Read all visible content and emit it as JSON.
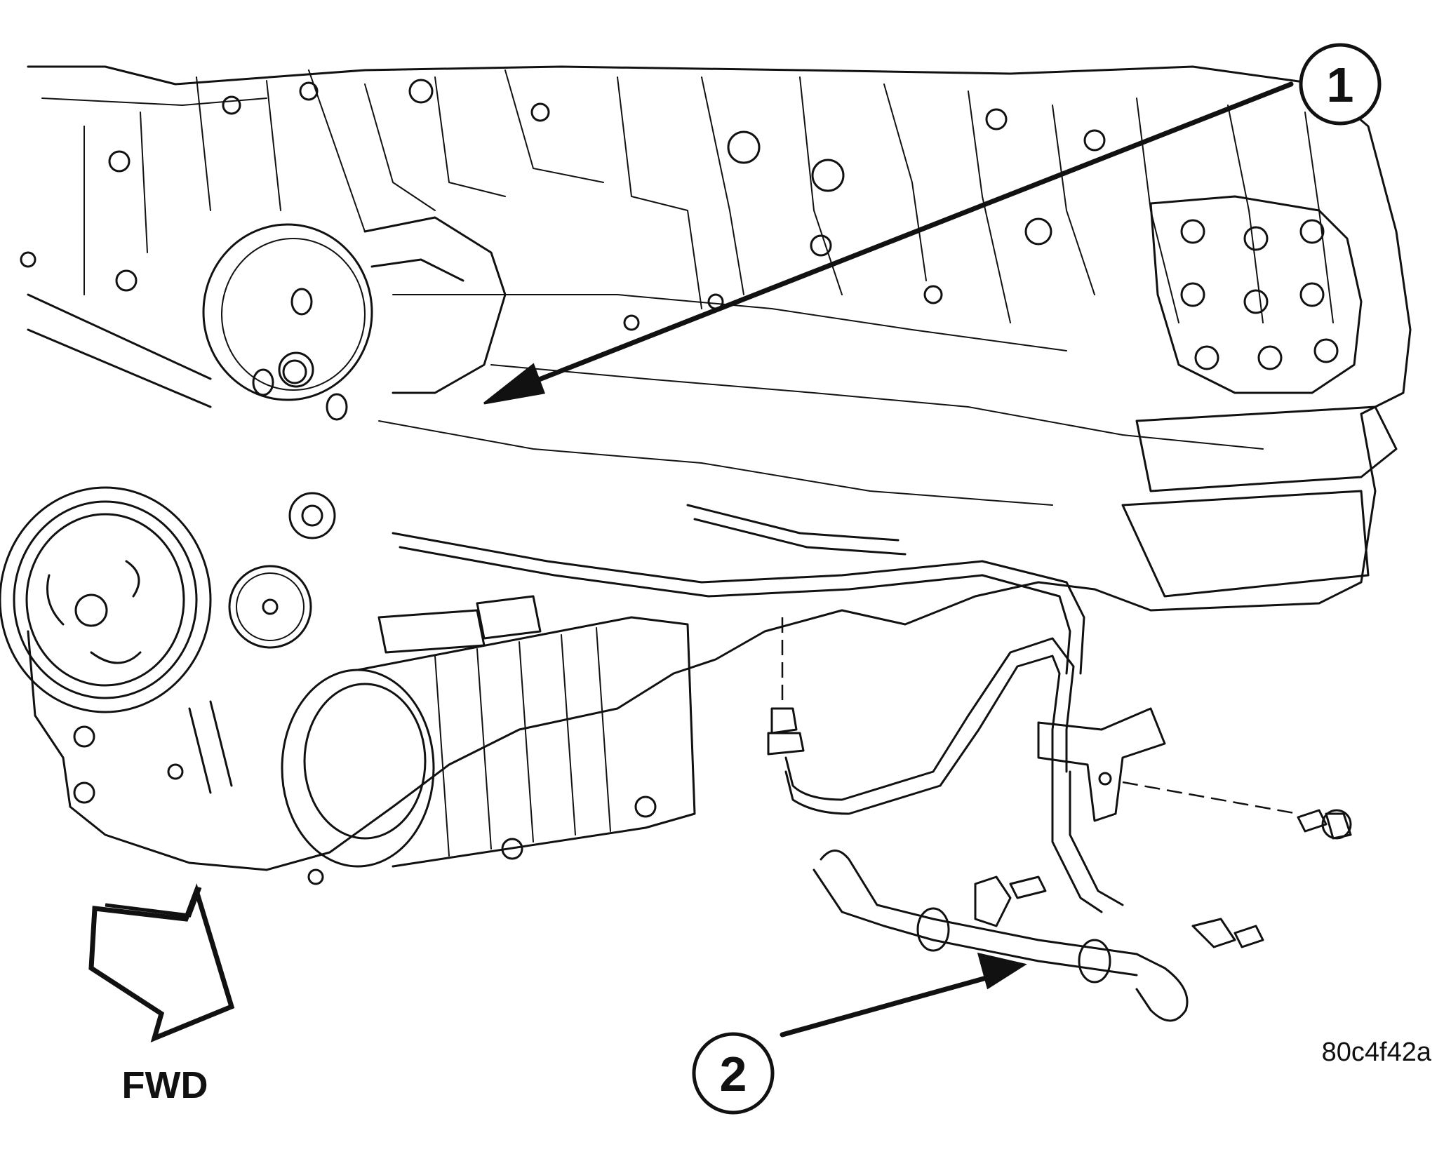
{
  "callouts": [
    {
      "number": "1"
    },
    {
      "number": "2"
    }
  ],
  "direction": {
    "label": "FWD"
  },
  "figure_id": "80c4f42a",
  "colors": {
    "ink": "#111111",
    "paper": "#ffffff"
  }
}
